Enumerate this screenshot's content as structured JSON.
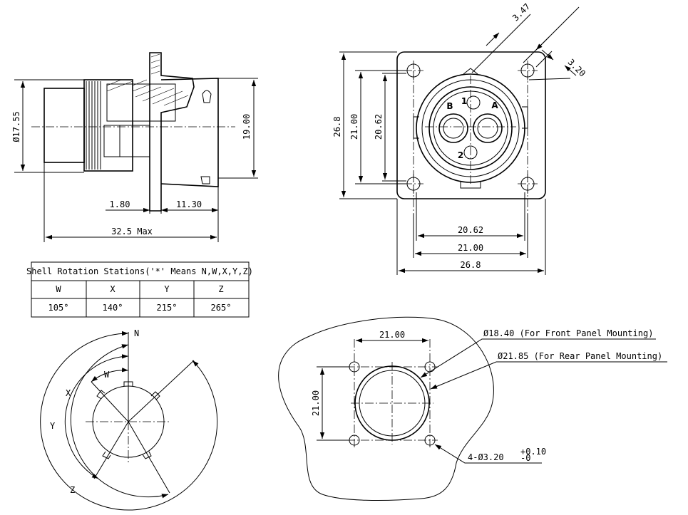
{
  "side_view": {
    "dia_17_55": "Ø17.55",
    "dim_19_00": "19.00",
    "dim_1_80": "1.80",
    "dim_11_30": "11.30",
    "dim_32_5": "32.5 Max"
  },
  "front_view": {
    "dim_3_47": "3.47",
    "dim_3_20": "3.20",
    "dim_26_8_v": "26.8",
    "dim_21_00_v": "21.00",
    "dim_20_62_v": "20.62",
    "dim_20_62_h": "20.62",
    "dim_21_00_h": "21.00",
    "dim_26_8_h": "26.8",
    "contact_labels": [
      "1",
      "A",
      "B",
      "2"
    ]
  },
  "shell_rotation_table": {
    "title": "Shell Rotation Stations('*' Means N,W,X,Y,Z)",
    "headers": [
      "W",
      "X",
      "Y",
      "Z"
    ],
    "values": [
      "105°",
      "140°",
      "215°",
      "265°"
    ]
  },
  "rotation_view": {
    "labels": [
      "N",
      "W",
      "X",
      "Y",
      "Z"
    ]
  },
  "panel_cutout": {
    "dim_21_00_h": "21.00",
    "dim_21_00_v": "21.00",
    "front_mount": "Ø18.40 (For Front Panel Mounting)",
    "rear_mount": "Ø21.85 (For Rear Panel Mounting)",
    "holes_prefix": "4-Ø3.20",
    "holes_tol_plus": "+0.10",
    "holes_tol_minus": "-0"
  }
}
